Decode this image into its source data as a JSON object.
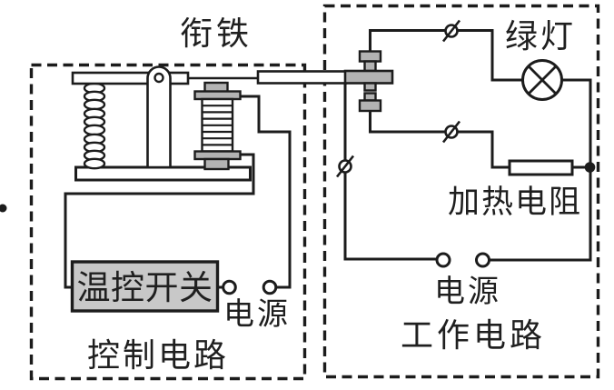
{
  "figure": {
    "type": "relay-control-circuit-schematic",
    "colors": {
      "line": "#1c1c1c",
      "gray_fill": "#b3b3b3",
      "switch_fill": "#c8c8c8",
      "white_fill": "#ffffff",
      "background": "#ffffff"
    },
    "labels": {
      "armature": "衔铁",
      "green_lamp": "绿灯",
      "heating_resistor": "加热电阻",
      "thermostat_switch": "温控开关",
      "control_power": "电源",
      "control_caption": "控制电路",
      "working_power": "电源",
      "working_caption": "工作电路"
    }
  }
}
